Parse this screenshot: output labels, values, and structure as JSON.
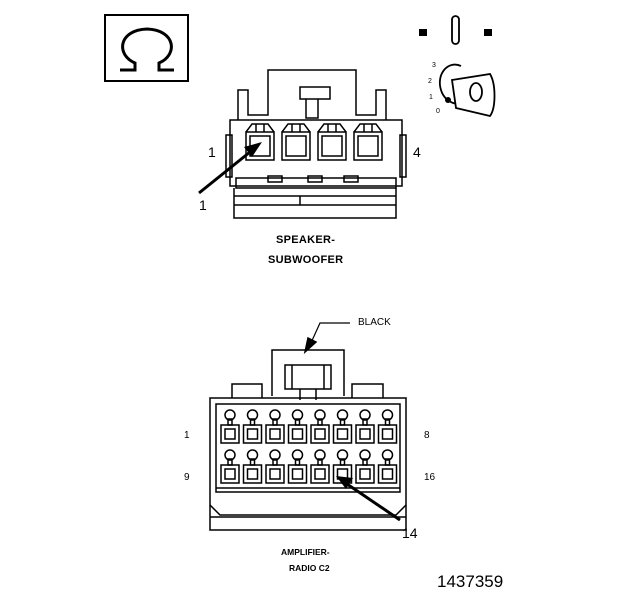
{
  "top_connector": {
    "name_line1": "SPEAKER-",
    "name_line2": "SUBWOOFER",
    "pin_left": "1",
    "pin_right": "4",
    "pointer_label": "1"
  },
  "bottom_connector": {
    "name_line1": "AMPLIFIER-",
    "name_line2": "RADIO C2",
    "color_label": "BLACK",
    "row1_left": "1",
    "row1_right": "8",
    "row2_left": "9",
    "row2_right": "16",
    "pointer_label": "14"
  },
  "ignition_key": {
    "positions": [
      "3",
      "2",
      "1",
      "0"
    ]
  },
  "figure_number": "1437359"
}
